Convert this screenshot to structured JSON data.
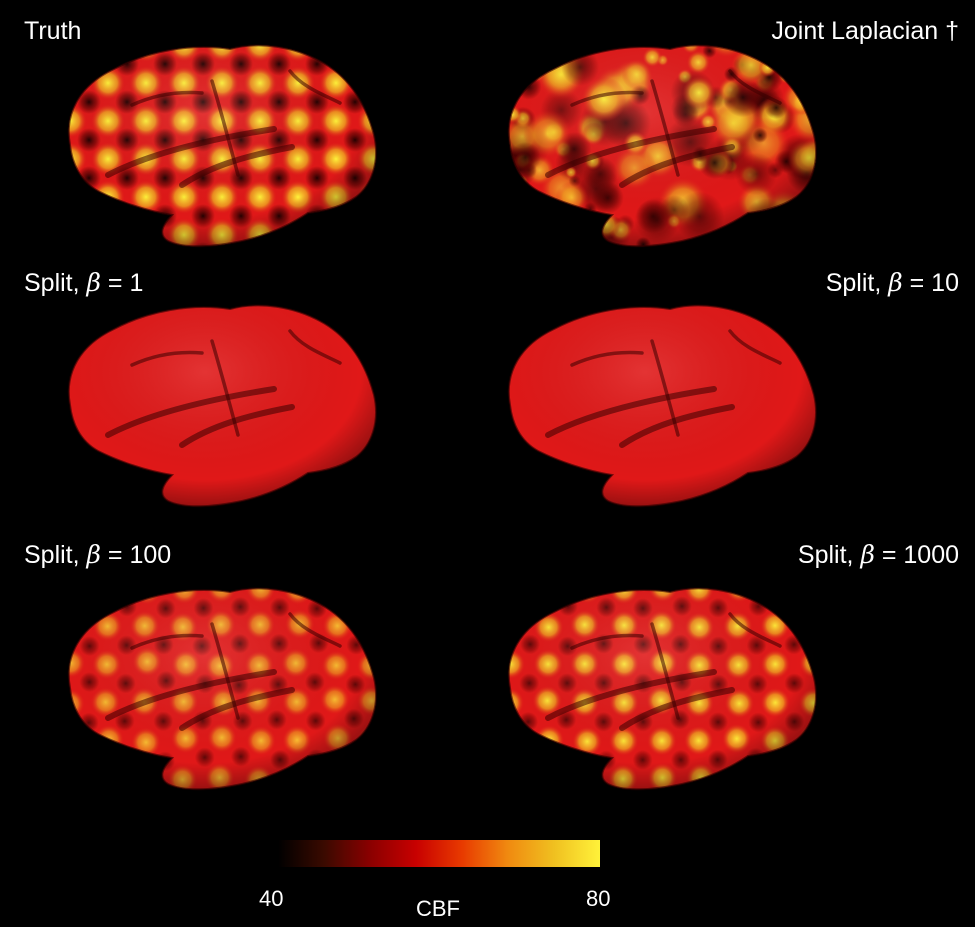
{
  "panels": [
    {
      "key": "truth",
      "title_prefix": "Truth",
      "beta_symbol": "",
      "title_suffix": "",
      "pattern": "grid-sharp"
    },
    {
      "key": "joint-laplacian",
      "title_prefix": "Joint Laplacian †",
      "beta_symbol": "",
      "title_suffix": "",
      "pattern": "noisy"
    },
    {
      "key": "split-beta-1",
      "title_prefix": "Split, ",
      "beta_symbol": "β",
      "title_suffix": " = 1",
      "pattern": "flat"
    },
    {
      "key": "split-beta-10",
      "title_prefix": "Split, ",
      "beta_symbol": "β",
      "title_suffix": " = 10",
      "pattern": "flat"
    },
    {
      "key": "split-beta-100",
      "title_prefix": "Split, ",
      "beta_symbol": "β",
      "title_suffix": " = 100",
      "pattern": "grid-soft"
    },
    {
      "key": "split-beta-1000",
      "title_prefix": "Split, ",
      "beta_symbol": "β",
      "title_suffix": " = 1000",
      "pattern": "grid-medium"
    }
  ],
  "colorbar": {
    "label": "CBF",
    "min_label": "40",
    "max_label": "80",
    "min": 40,
    "max": 80,
    "stops": [
      "#000000",
      "#3a0a00",
      "#8a0000",
      "#c80000",
      "#e83a00",
      "#f08a10",
      "#f0c020",
      "#fff23a"
    ]
  },
  "colors": {
    "background": "#000000",
    "text": "#ffffff",
    "brain_base": "#e01818"
  }
}
